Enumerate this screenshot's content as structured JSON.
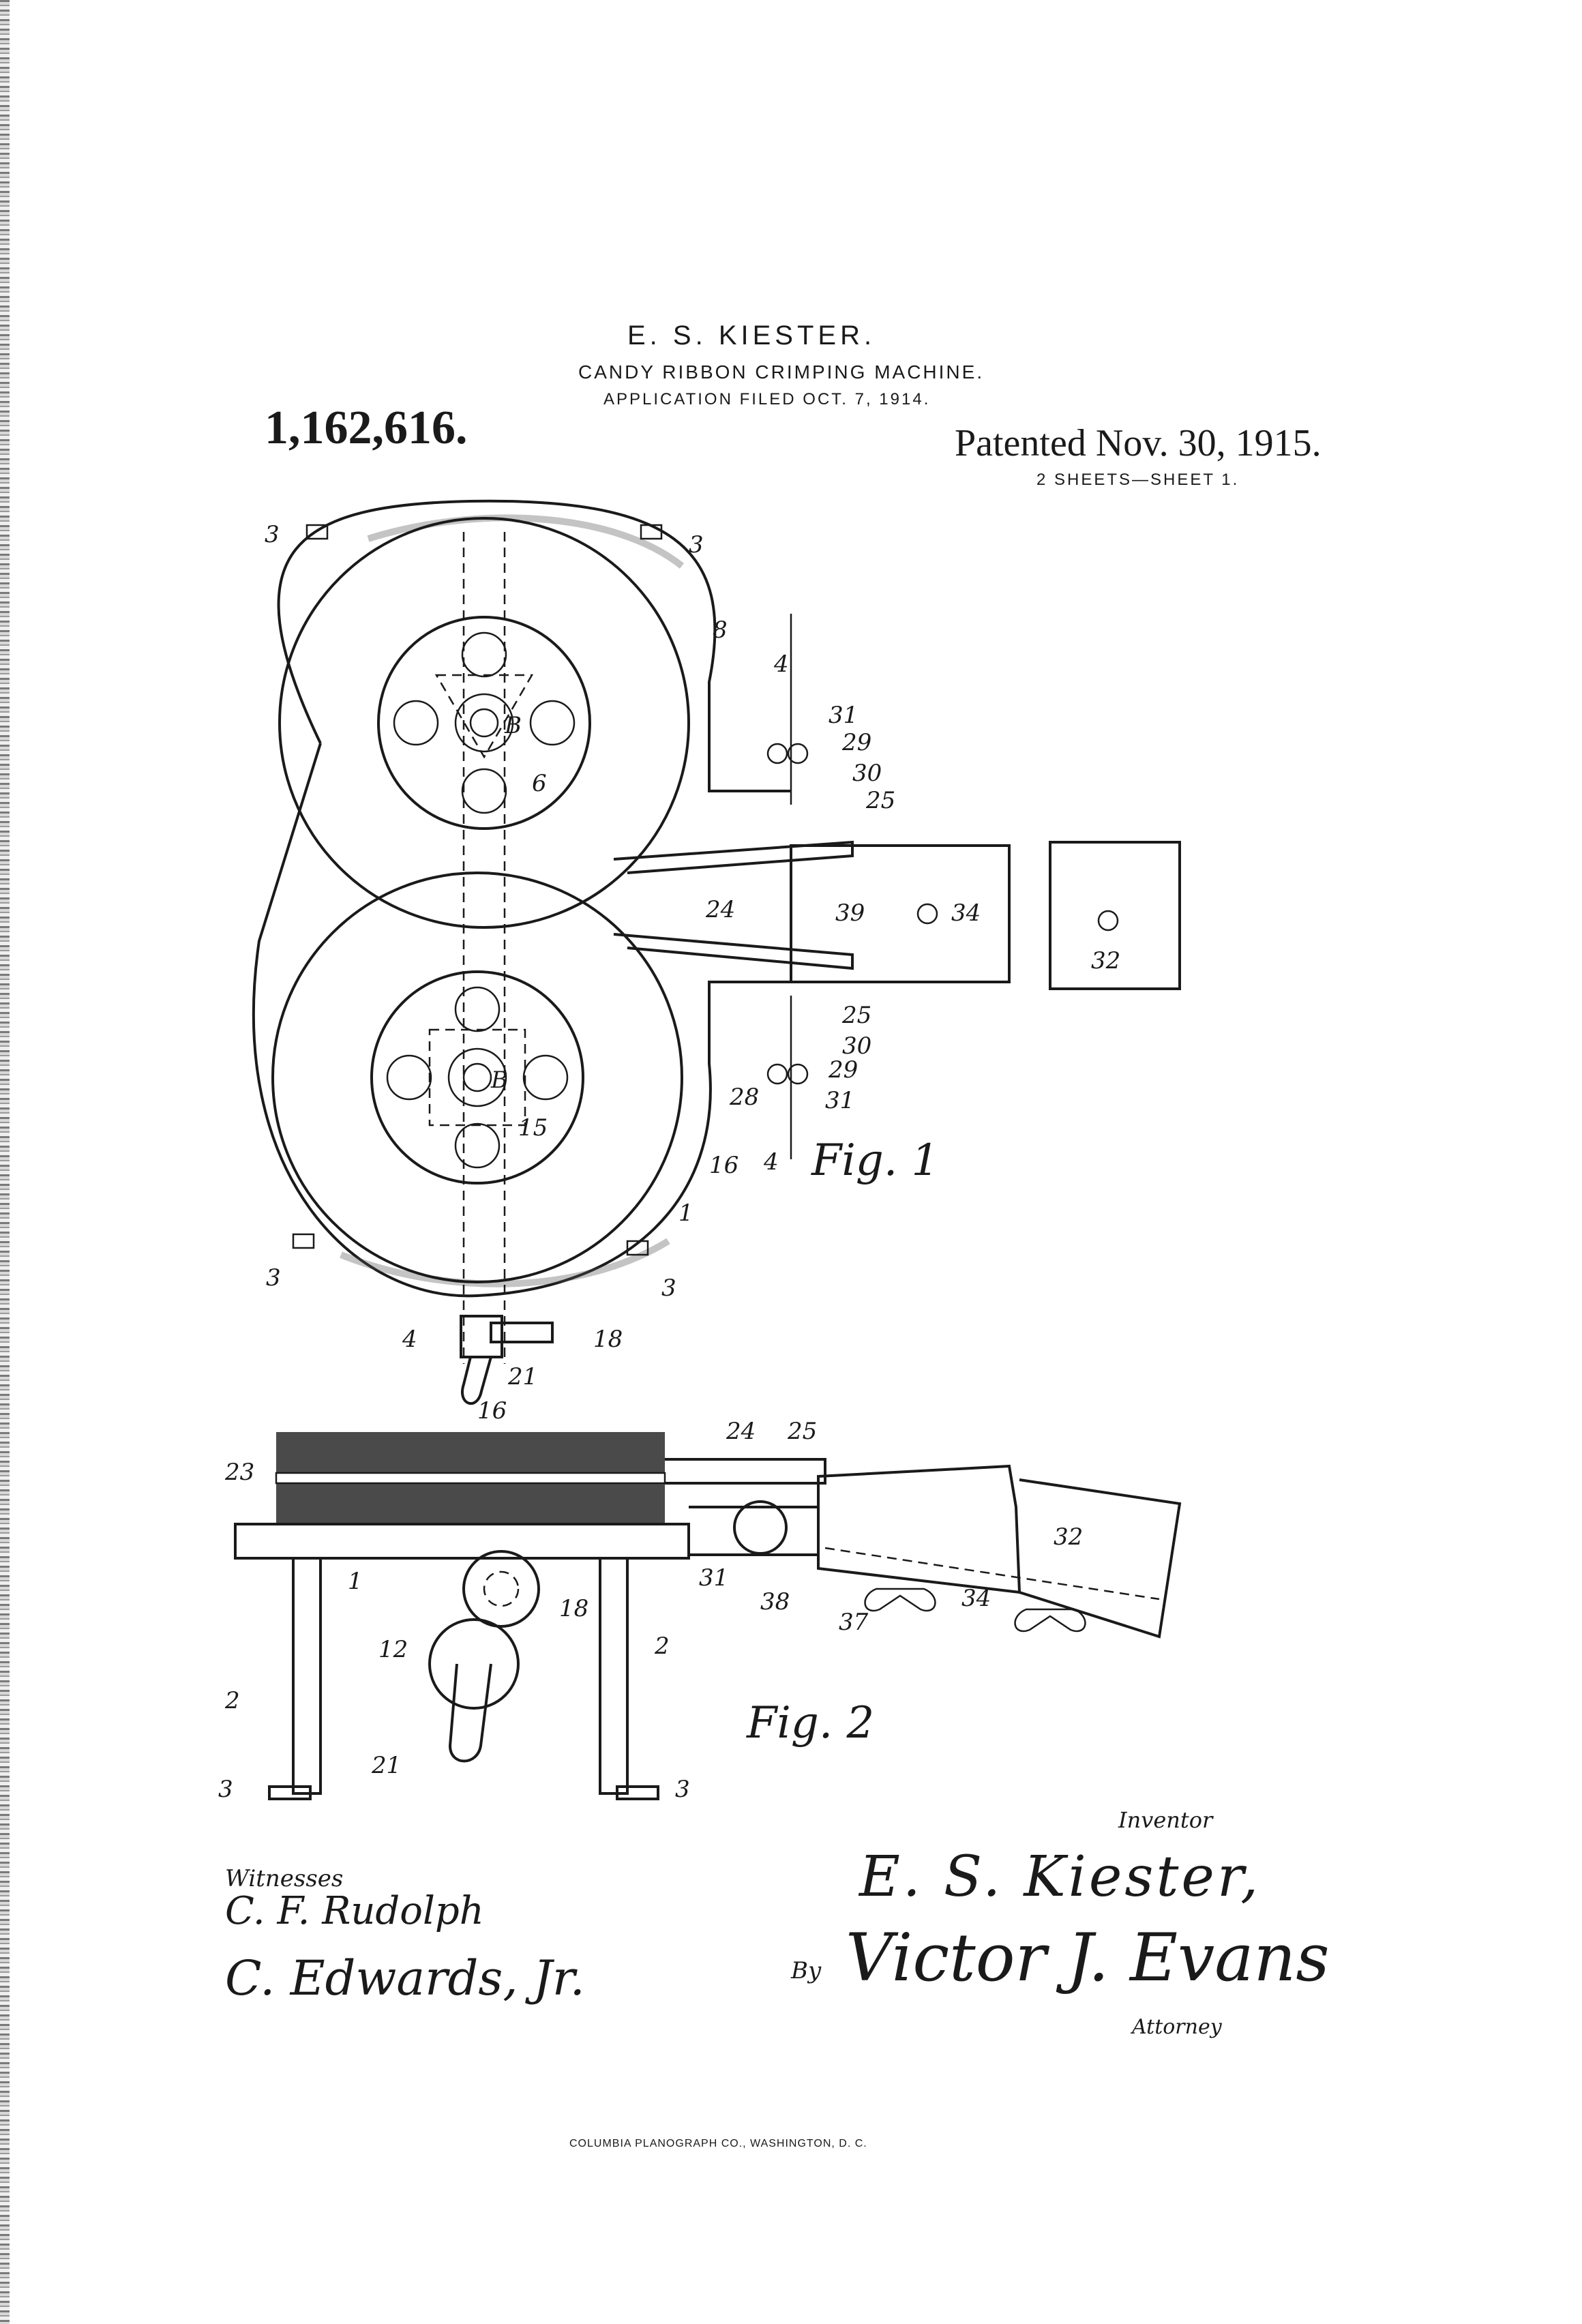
{
  "header": {
    "inventor": "E. S. KIESTER.",
    "title": "CANDY RIBBON CRIMPING MACHINE.",
    "filed": "APPLICATION FILED OCT. 7, 1914.",
    "patent_number": "1,162,616.",
    "patented": "Patented Nov. 30, 1915.",
    "sheets": "2 SHEETS—SHEET 1."
  },
  "figures": {
    "fig1": {
      "caption": "Fig. 1",
      "labels": [
        "3",
        "3",
        "8",
        "4",
        "31",
        "29",
        "30",
        "25",
        "B",
        "6",
        "24",
        "39",
        "34",
        "32",
        "B",
        "25",
        "30",
        "29",
        "28",
        "31",
        "15",
        "4",
        "16",
        "1",
        "3",
        "3",
        "4",
        "18",
        "21"
      ]
    },
    "fig2": {
      "caption": "Fig. 2",
      "labels": [
        "16",
        "24",
        "25",
        "23",
        "32",
        "1",
        "31",
        "38",
        "34",
        "37",
        "18",
        "12",
        "2",
        "2",
        "21",
        "3",
        "3"
      ]
    }
  },
  "signatures": {
    "witnesses_label": "Witnesses",
    "witness_1": "C. F. Rudolph",
    "witness_2": "C. Edwards, Jr.",
    "inventor_label": "Inventor",
    "inventor_signature": "E. S. Kiester,",
    "by_label": "By",
    "attorney_signature": "Victor J. Evans",
    "attorney_label": "Attorney"
  },
  "footer": {
    "printer": "COLUMBIA PLANOGRAPH CO., WASHINGTON, D. C."
  }
}
